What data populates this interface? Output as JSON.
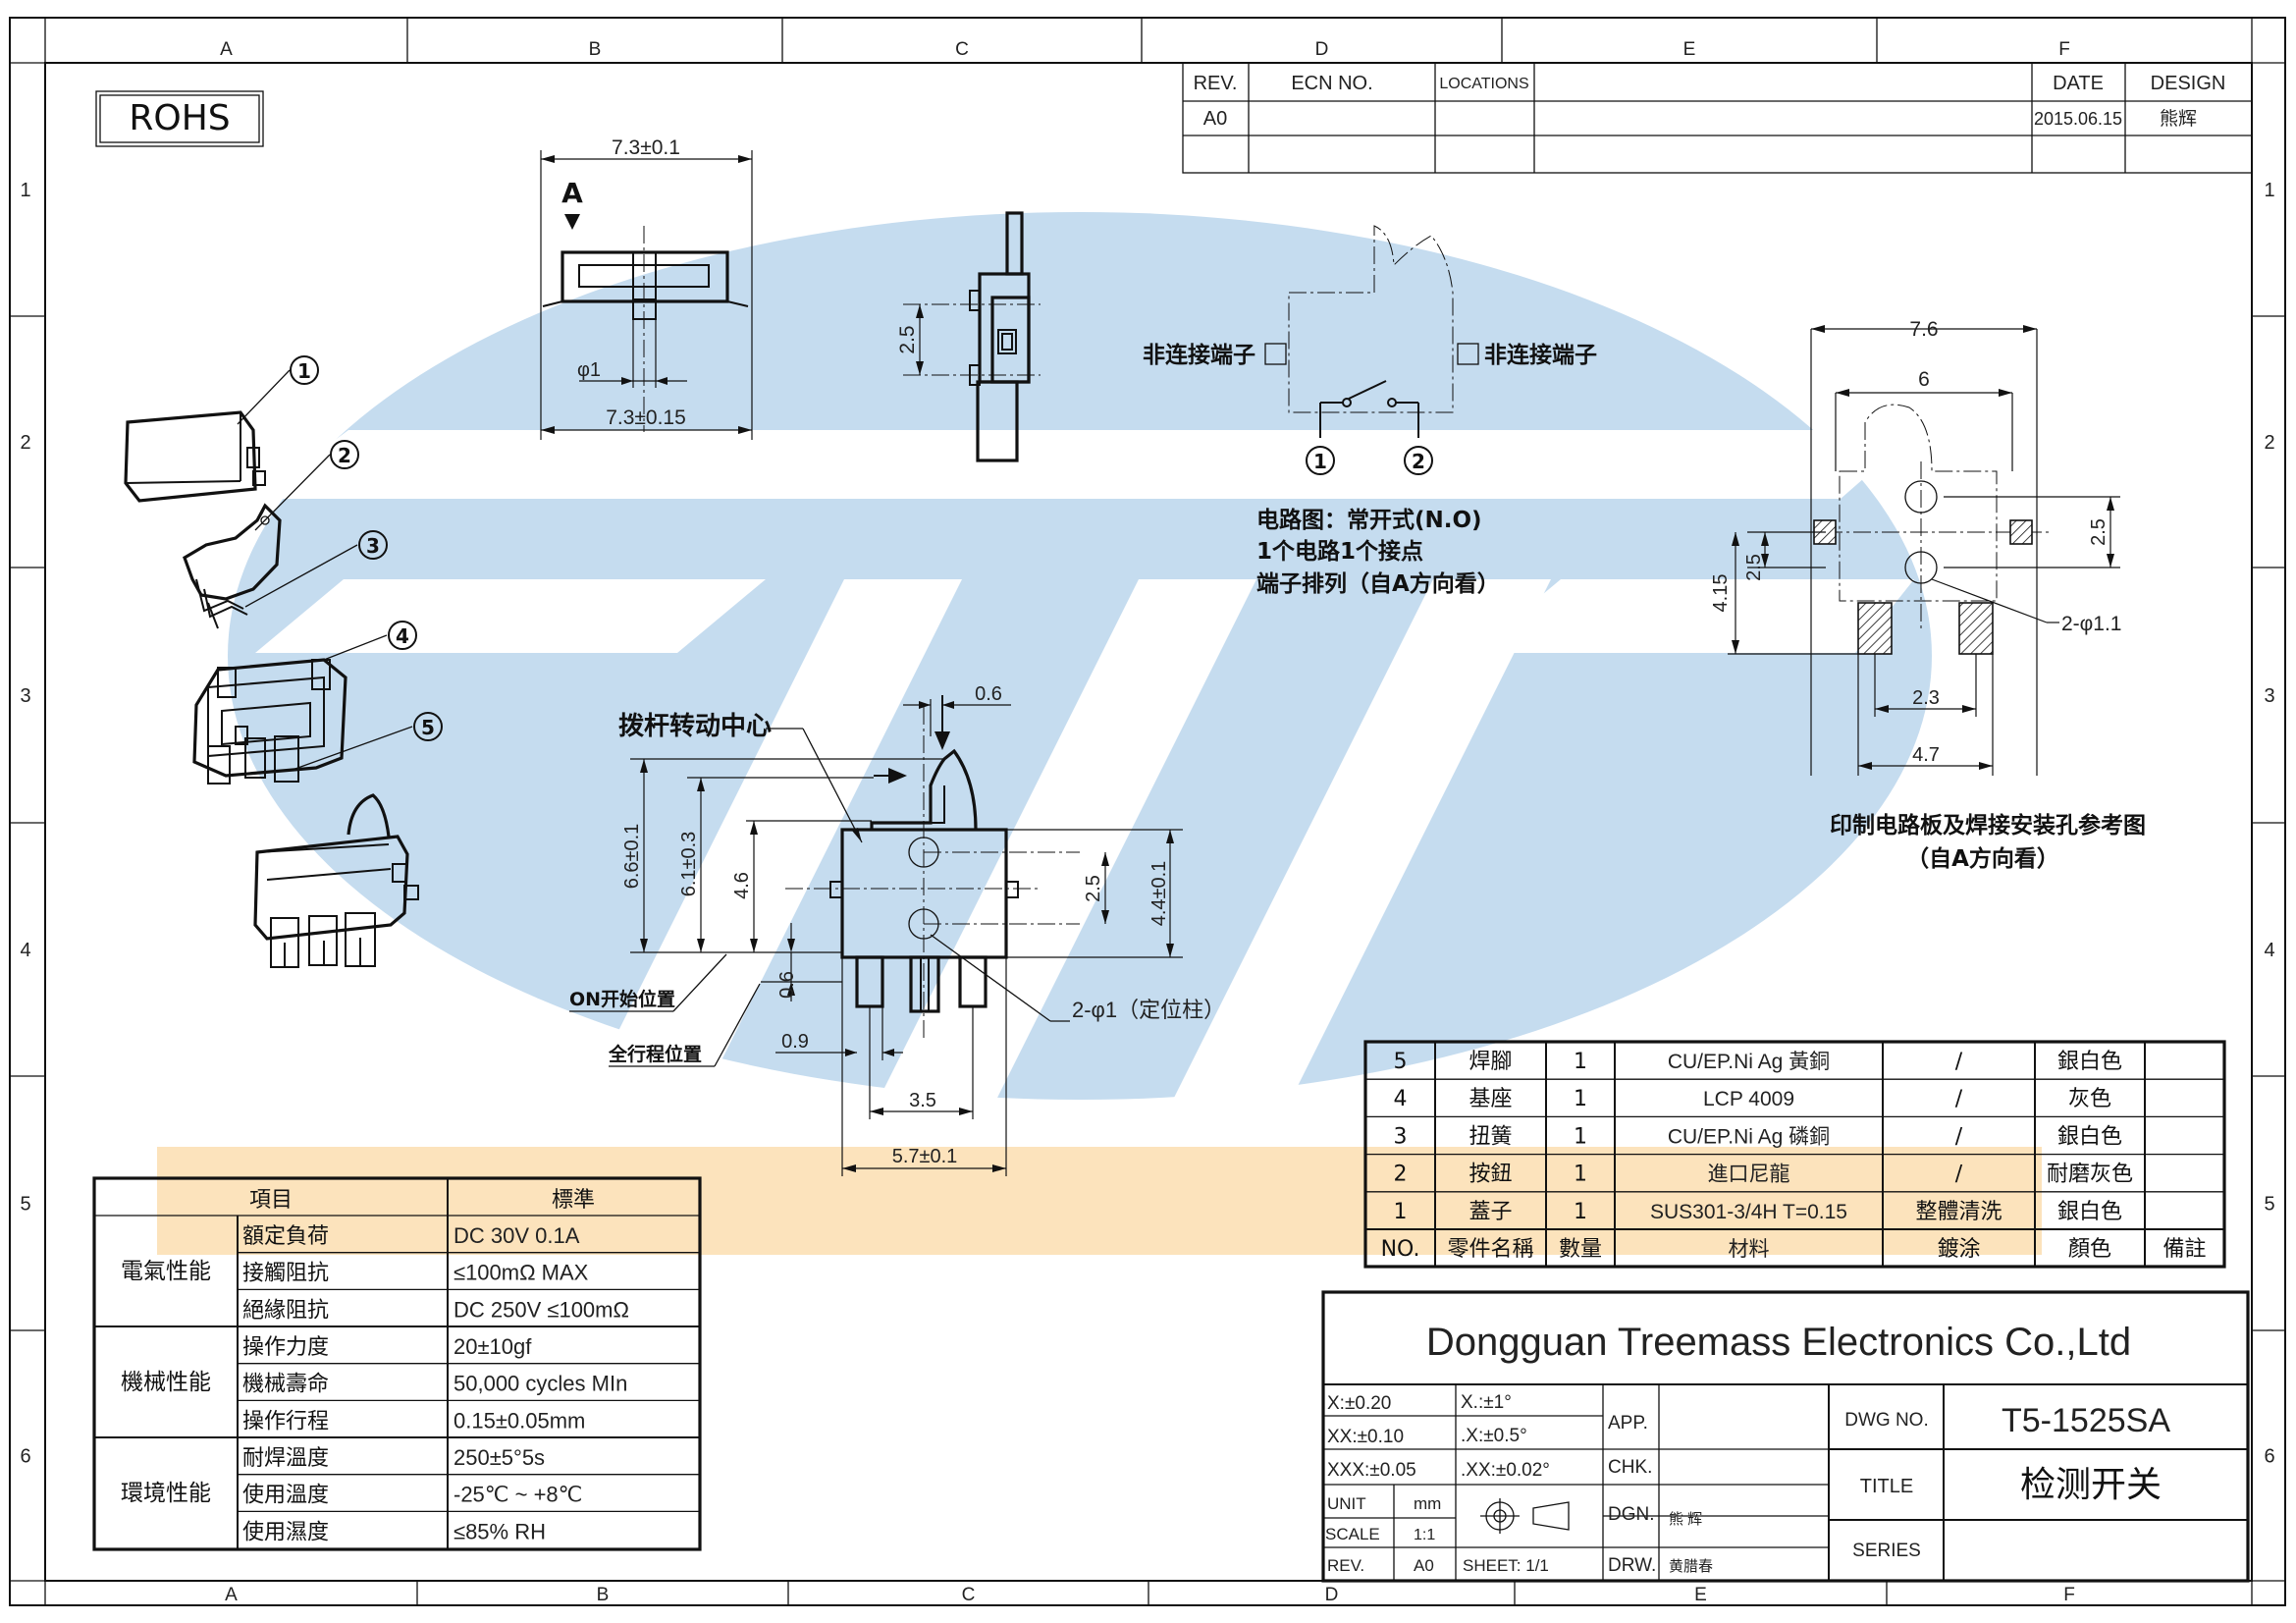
{
  "grid": {
    "cols": [
      "A",
      "B",
      "C",
      "D",
      "E",
      "F"
    ],
    "rows_left": [
      "1",
      "2",
      "3",
      "4",
      "5",
      "6"
    ],
    "rows_right": [
      "1",
      "2",
      "3",
      "4",
      "5",
      "6"
    ]
  },
  "rohs": "ROHS",
  "revision_block": {
    "headers": {
      "rev": "REV.",
      "ecn": "ECN NO.",
      "locations": "LOCATIONS",
      "desc": "",
      "date": "DATE",
      "design": "DESIGN"
    },
    "row": {
      "rev": "A0",
      "date": "2015.06.15",
      "design": "熊辉"
    }
  },
  "dimensions": {
    "top_width": "7.3±0.1",
    "bottom_width": "7.3±0.15",
    "phi": "φ1",
    "view_mark": "A",
    "side_pitch": "2.5",
    "lever_offset": "0.6",
    "h1": "6.6±0.1",
    "h2": "6.1±0.3",
    "h3": "4.6",
    "h4": "0.6",
    "right_pitch": "2.5",
    "body_height": "4.4±0.1",
    "left_offset": "0.9",
    "pin_span": "3.5",
    "body_width": "5.7±0.1",
    "pcb_w1": "7.6",
    "pcb_w2": "6",
    "pcb_h1": "4.15",
    "pcb_h2": "2.5",
    "pcb_pitch": "2.5",
    "pcb_holes": "2-φ1.1",
    "pcb_pin_pitch": "2.3",
    "pcb_pin_span": "4.7"
  },
  "labels": {
    "pivot": "拨杆转动中心",
    "on_start": "ON开始位置",
    "full_travel": "全行程位置",
    "locating_posts": "2-φ1（定位柱）",
    "nc_left": "非连接端子",
    "nc_right": "非连接端子",
    "pin1": "1",
    "pin2": "2",
    "circuit_line1": "电路图：常开式(N.O)",
    "circuit_line2": "1个电路1个接点",
    "circuit_line3": "端子排列（自A方向看）",
    "pcb_title1": "印制电路板及焊接安装孔参考图",
    "pcb_title2": "（自A方向看）",
    "balloons": [
      "1",
      "2",
      "3",
      "4",
      "5"
    ]
  },
  "spec_table": {
    "headers": [
      "項目",
      "標準"
    ],
    "groups": [
      {
        "name": "電氣性能",
        "rows": [
          [
            "額定負荷",
            "DC 30V 0.1A"
          ],
          [
            "接觸阻抗",
            "≤100mΩ MAX"
          ],
          [
            "絕緣阻抗",
            "DC 250V ≤100mΩ"
          ]
        ]
      },
      {
        "name": "機械性能",
        "rows": [
          [
            "操作力度",
            "20±10gf"
          ],
          [
            "機械壽命",
            "50,000 cycles MIn"
          ],
          [
            "操作行程",
            "0.15±0.05mm"
          ]
        ]
      },
      {
        "name": "環境性能",
        "rows": [
          [
            "耐焊溫度",
            "250±5°5s"
          ],
          [
            "使用溫度",
            "-25℃ ~ +8℃"
          ],
          [
            "使用濕度",
            "≤85% RH"
          ]
        ]
      }
    ]
  },
  "bom": {
    "rows": [
      [
        "5",
        "焊腳",
        "1",
        "CU/EP.Ni Ag  黃銅",
        "/",
        "銀白色",
        ""
      ],
      [
        "4",
        "基座",
        "1",
        "LCP  4009",
        "/",
        "灰色",
        ""
      ],
      [
        "3",
        "扭簧",
        "1",
        "CU/EP.Ni Ag  磷銅",
        "/",
        "銀白色",
        ""
      ],
      [
        "2",
        "按鈕",
        "1",
        "進口尼龍",
        "/",
        "耐磨灰色",
        ""
      ],
      [
        "1",
        "蓋子",
        "1",
        "SUS301-3/4H T=0.15",
        "整體清洗",
        "銀白色",
        ""
      ]
    ],
    "headers": [
      "NO.",
      "零件名稱",
      "數量",
      "材料",
      "鍍涂",
      "顏色",
      "備註"
    ]
  },
  "title_block": {
    "company": "Dongguan Treemass Electronics Co.,Ltd",
    "tol_x": "X:±0.20",
    "tol_xx": "XX:±0.10",
    "tol_xxx": "XXX:±0.05",
    "ang_x": "X.:±1°",
    "ang_xx": ".X:±0.5°",
    "ang_xxx": ".XX:±0.02°",
    "unit_label": "UNIT",
    "unit_value": "mm",
    "scale_label": "SCALE",
    "scale_value": "1:1",
    "rev_label": "REV.",
    "rev_value": "A0",
    "sheet": "SHEET: 1/1",
    "app": "APP.",
    "chk": "CHK.",
    "dgn": "DGN.",
    "dgn_name": "熊 辉",
    "drw": "DRW.",
    "drw_name": "黄腊春",
    "dwg_label": "DWG NO.",
    "dwg_no": "T5-1525SA",
    "title_label": "TITLE",
    "title": "检测开关",
    "series_label": "SERIES"
  },
  "colors": {
    "watermark_blue": "#c5dcef",
    "watermark_orange": "#fce3bc",
    "line": "#111111"
  }
}
